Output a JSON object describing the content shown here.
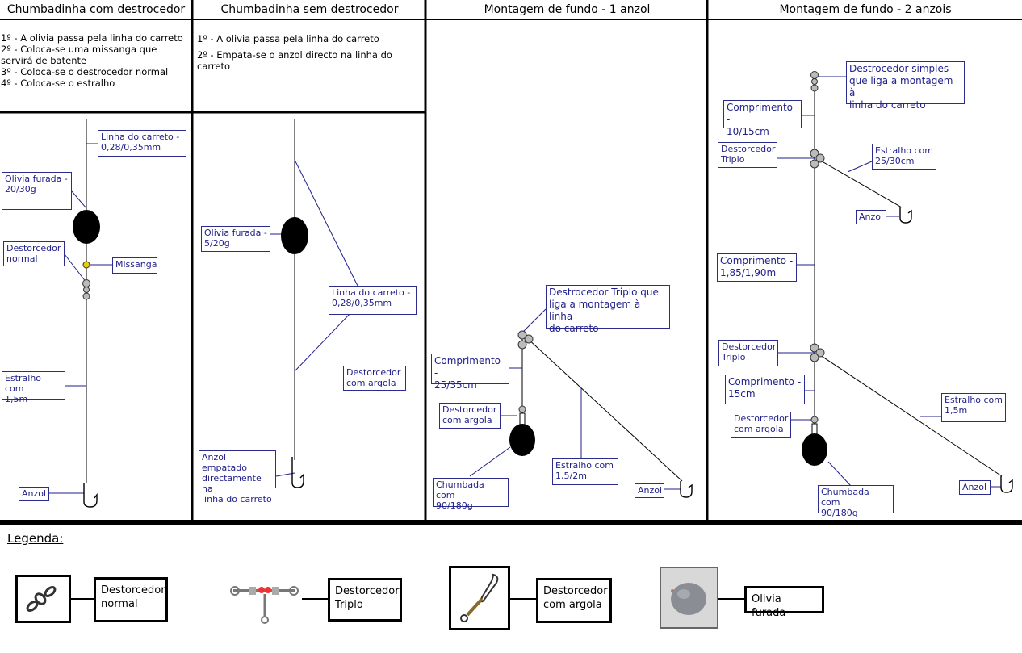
{
  "columns": {
    "c1": {
      "title": "Chumbadinha com destrocedor",
      "steps": [
        "1º - A olivia passa pela linha do carreto",
        "2º - Coloca-se uma missanga que servirá de batente",
        "3º - Coloca-se o destrocedor normal",
        "4º - Coloca-se o estralho"
      ],
      "labels": {
        "linha": "Linha do carreto -\n0,28/0,35mm",
        "olivia": "Olivia furada -\n20/30g",
        "destorcedor": "Destorcedor\nnormal",
        "missanga": "Missanga",
        "estralho": "Estralho com\n1,5m",
        "anzol": "Anzol"
      }
    },
    "c2": {
      "title": "Chumbadinha sem destrocedor",
      "steps": [
        "1º - A olivia passa pela linha do carreto",
        "2º - Empata-se o anzol directo na linha do carreto"
      ],
      "labels": {
        "olivia": "Olivia furada -\n5/20g",
        "linha": "Linha do carreto -\n0,28/0,35mm",
        "destorcedor": "Destorcedor\ncom argola",
        "anzol": "Anzol empatado\ndirectamente na\nlinha do carreto"
      }
    },
    "c3": {
      "title": "Montagem de fundo - 1 anzol",
      "labels": {
        "triplo": "Destrocedor Triplo que\nliga a montagem à linha\ndo carreto",
        "comprimento": "Comprimento -\n25/35cm",
        "argola": "Destorcedor\ncom argola",
        "estralho": "Estralho com\n1,5/2m",
        "chumbada": "Chumbada com\n90/180g",
        "anzol": "Anzol"
      }
    },
    "c4": {
      "title": "Montagem de fundo - 2 anzois",
      "labels": {
        "simples": "Destrocedor simples\nque liga a montagem à\nlinha do carreto",
        "comp1": "Comprimento -\n10/15cm",
        "triplo1": "Destorcedor\nTriplo",
        "estralho1": "Estralho com\n25/30cm",
        "anzol1": "Anzol",
        "comp2": "Comprimento -\n1,85/1,90m",
        "triplo2": "Destorcedor\nTriplo",
        "comp3": "Comprimento -\n15cm",
        "argola": "Destorcedor\ncom argola",
        "estralho2": "Estralho com\n1,5m",
        "chumbada": "Chumbada com\n90/180g",
        "anzol2": "Anzol"
      }
    }
  },
  "legend": {
    "title": "Legenda:",
    "items": [
      "Destorcedor\nnormal",
      "Destorcedor\nTriplo",
      "Destorcedor\ncom argola",
      "Olivia furada"
    ]
  }
}
